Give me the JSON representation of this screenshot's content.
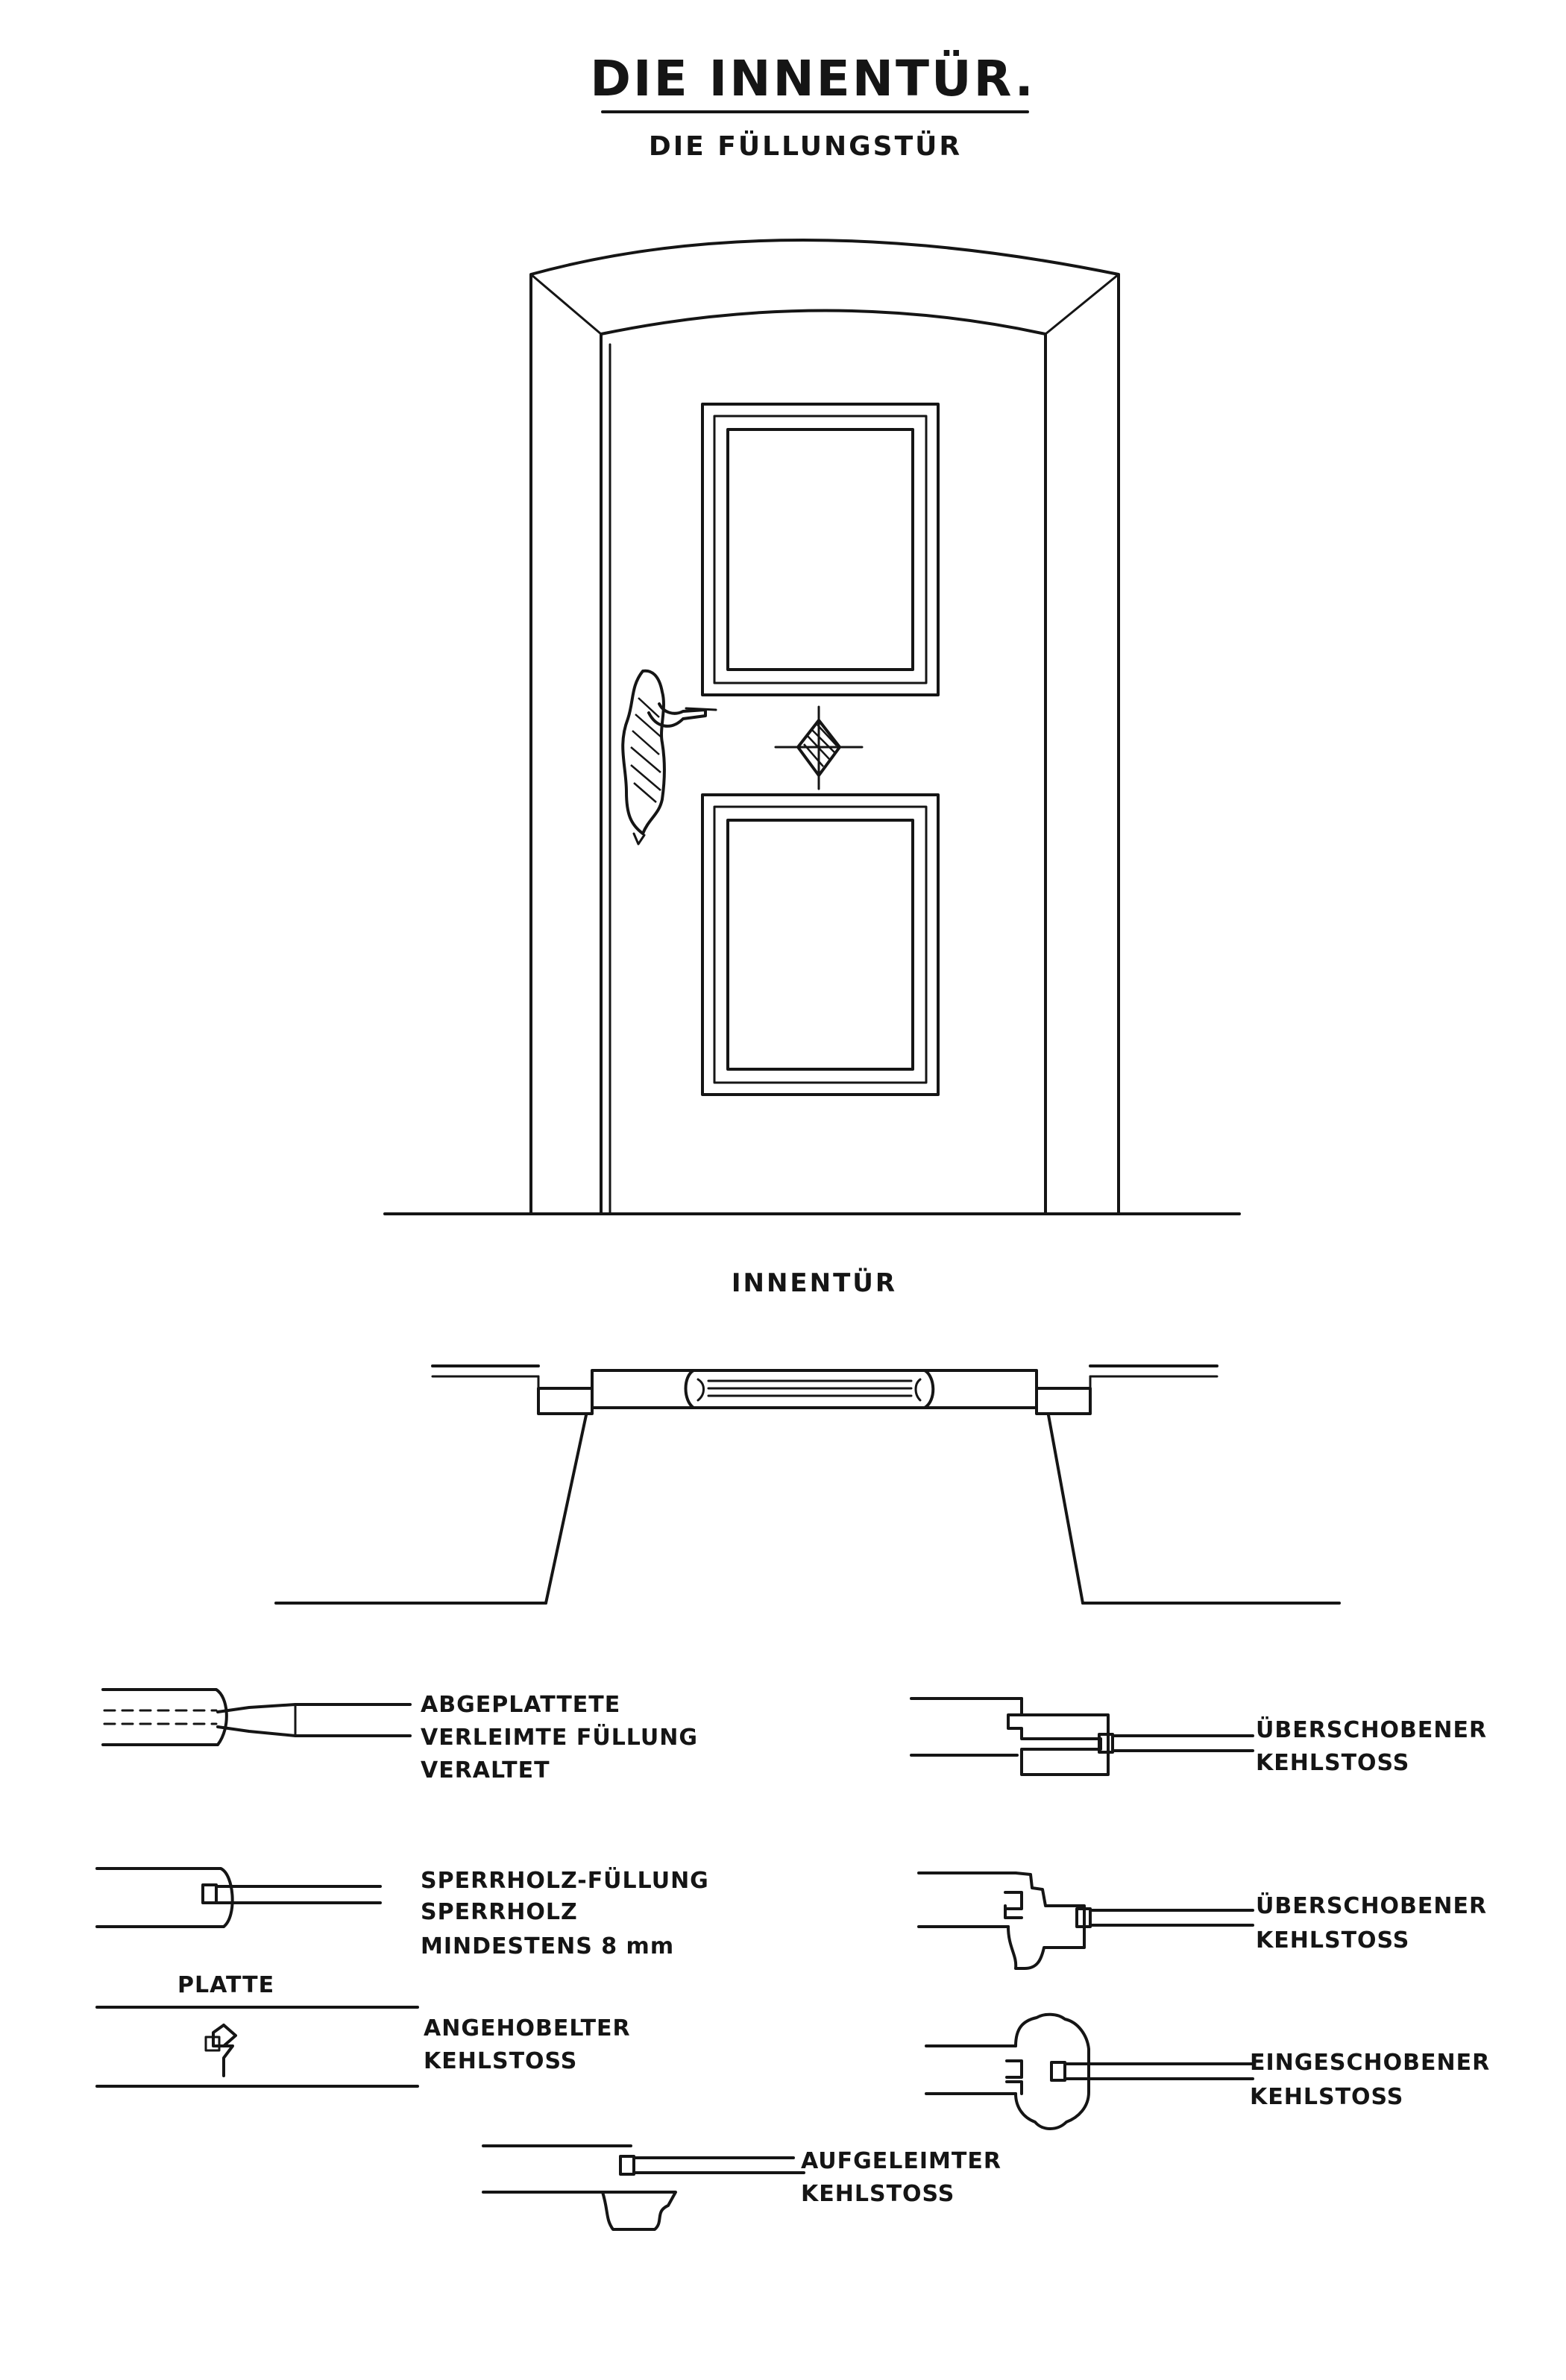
{
  "diagram": {
    "title": "DIE INNENTÜR.",
    "subtitle": "DIE FÜLLUNGSTÜR",
    "section_label": "INNENTÜR",
    "details": [
      {
        "id": "abgeplattete",
        "lines": [
          "ABGEPLATTETE",
          "VERLEIMTE FÜLLUNG",
          "VERALTET"
        ]
      },
      {
        "id": "sperrholz",
        "lines": [
          "SPERRHOLZ-FÜLLUNG",
          "SPERRHOLZ",
          "MINDESTENS 8 mm"
        ]
      },
      {
        "id": "platte",
        "lines": [
          "PLATTE"
        ]
      },
      {
        "id": "angehobelter",
        "lines": [
          "ANGEHOBELTER",
          "KEHLSTOSS"
        ]
      },
      {
        "id": "aufgeleimter",
        "lines": [
          "AUFGELEIMTER",
          "KEHLSTOSS"
        ]
      },
      {
        "id": "ueberschobener-1",
        "lines": [
          "ÜBERSCHOBENER",
          "KEHLSTOSS"
        ]
      },
      {
        "id": "ueberschobener-2",
        "lines": [
          "ÜBERSCHOBENER",
          "KEHLSTOSS"
        ]
      },
      {
        "id": "eingeschobener",
        "lines": [
          "EINGESCHOBENER",
          "KEHLSTOSS"
        ]
      }
    ]
  }
}
